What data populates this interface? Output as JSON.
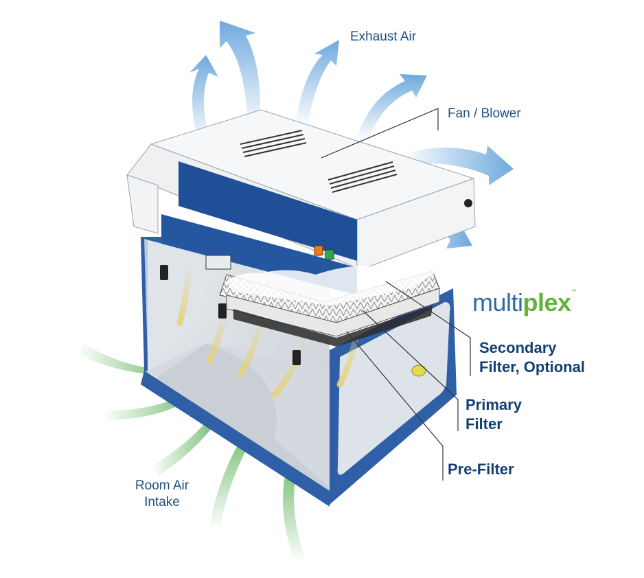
{
  "labels": {
    "exhaust": "Exhaust Air",
    "fan": "Fan / Blower",
    "secondary_line1": "Secondary",
    "secondary_line2": "Filter, Optional",
    "primary_line1": "Primary",
    "primary_line2": "Filter",
    "prefilter": "Pre-Filter",
    "intake_line1": "Room Air",
    "intake_line2": "Intake"
  },
  "brand": {
    "part1": "multi",
    "part2": "plex",
    "trademark": "™"
  },
  "colors": {
    "cabinet_blue": "#2f5fa6",
    "panel_blue": "#1f4f96",
    "label_blue": "#1d4e80",
    "exhaust_arrow": "#6fa9dd",
    "intake_arrow": "#5db25a",
    "brand_green": "#61b33b",
    "switch_orange": "#f07b1a",
    "switch_green": "#2fa64a"
  }
}
